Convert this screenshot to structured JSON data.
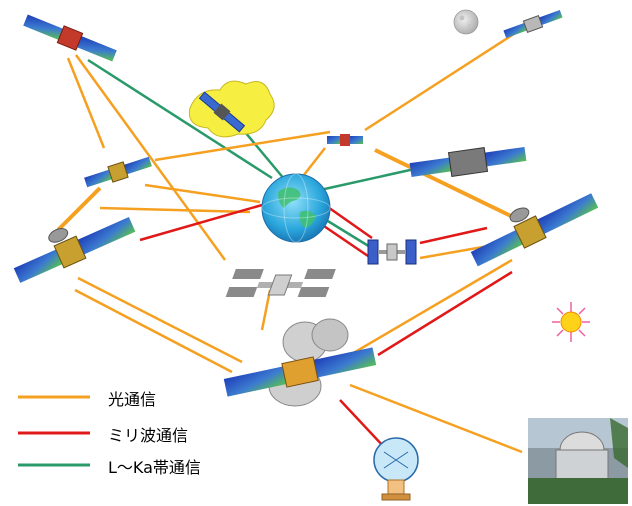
{
  "colors": {
    "optical": "#f5a020",
    "millimeter": "#e01818",
    "l_ka": "#2a9a6a",
    "panel_blue": "#2a3fbf",
    "panel_green": "#4fb040",
    "earth": "#3cb4e0",
    "sun": "#ffd21a"
  },
  "legend": [
    {
      "label": "光通信",
      "color_key": "optical"
    },
    {
      "label": "ミリ波通信",
      "color_key": "millimeter"
    },
    {
      "label": "L～Ka帯通信",
      "color_key": "l_ka"
    }
  ],
  "icons": [
    "satellite-icon",
    "moon-icon",
    "earth-icon",
    "space-station-icon",
    "sun-icon",
    "ground-antenna-icon",
    "observatory-photo-icon",
    "relay-satellite-icon"
  ]
}
